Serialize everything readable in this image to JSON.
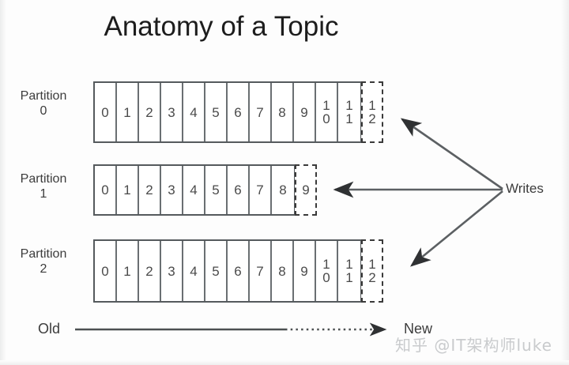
{
  "title": "Anatomy of a Topic",
  "partitions": [
    {
      "label_line1": "Partition",
      "label_line2": "0",
      "cells": [
        "0",
        "1",
        "2",
        "3",
        "4",
        "5",
        "6",
        "7",
        "8",
        "9",
        "10",
        "11"
      ],
      "pending_cell": "12"
    },
    {
      "label_line1": "Partition",
      "label_line2": "1",
      "cells": [
        "0",
        "1",
        "2",
        "3",
        "4",
        "5",
        "6",
        "7",
        "8"
      ],
      "pending_cell": "9"
    },
    {
      "label_line1": "Partition",
      "label_line2": "2",
      "cells": [
        "0",
        "1",
        "2",
        "3",
        "4",
        "5",
        "6",
        "7",
        "8",
        "9",
        "10",
        "11"
      ],
      "pending_cell": "12"
    }
  ],
  "writes_label": "Writes",
  "axis": {
    "old_label": "Old",
    "new_label": "New"
  },
  "watermark": "知乎 @IT架构师luke",
  "colors": {
    "background": "#fdfdfd",
    "cell_border": "#555a5d",
    "cell_divider": "#6a6f72",
    "dashed_border": "#3a3a3a",
    "text": "#3c3c3c",
    "title": "#1d1d1d",
    "arrow": "#4d5052",
    "watermark": "#c9cbcd"
  }
}
